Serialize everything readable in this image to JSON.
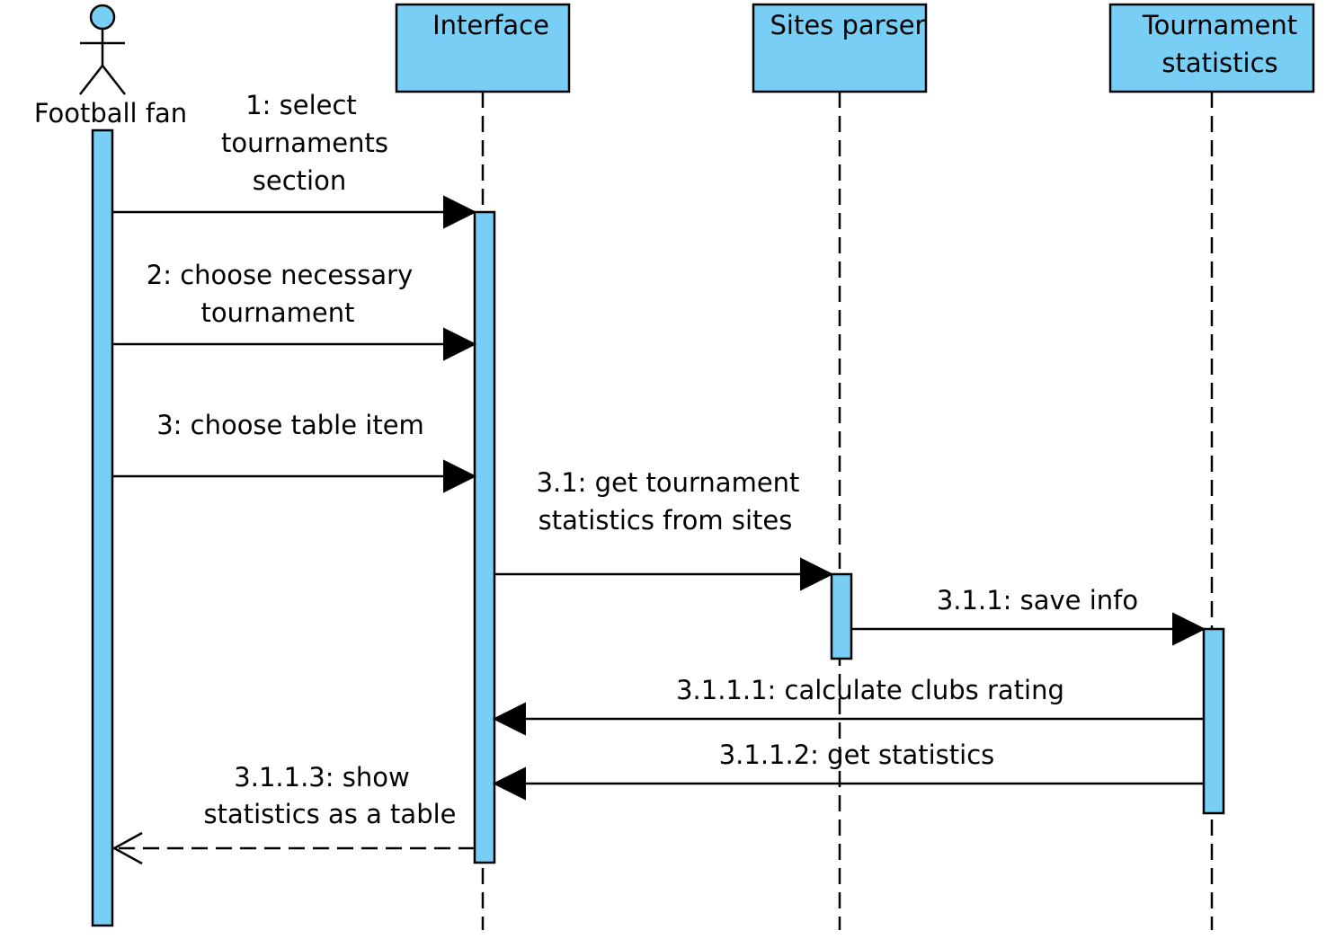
{
  "diagram": {
    "participants": {
      "actor": {
        "label": "Football fan",
        "kind": "actor"
      },
      "interface": {
        "label": "Interface"
      },
      "sites_parser": {
        "label": "Sites parser"
      },
      "tournament_statistics": {
        "label_lines": [
          "Tournament",
          "statistics"
        ]
      }
    },
    "messages": [
      {
        "id": "1",
        "from": "Football fan",
        "to": "Interface",
        "kind": "synchronous",
        "label_lines": [
          "1: select",
          "tournaments",
          "section"
        ]
      },
      {
        "id": "2",
        "from": "Football fan",
        "to": "Interface",
        "kind": "synchronous",
        "label_lines": [
          "2: choose necessary",
          "tournament"
        ]
      },
      {
        "id": "3",
        "from": "Football fan",
        "to": "Interface",
        "kind": "synchronous",
        "label_lines": [
          "3: choose table item"
        ]
      },
      {
        "id": "3.1",
        "from": "Interface",
        "to": "Sites parser",
        "kind": "synchronous",
        "label_lines": [
          "3.1: get tournament",
          "statistics from sites"
        ]
      },
      {
        "id": "3.1.1",
        "from": "Sites parser",
        "to": "Tournament statistics",
        "kind": "synchronous",
        "label_lines": [
          "3.1.1: save info"
        ]
      },
      {
        "id": "3.1.1.1",
        "from": "Tournament statistics",
        "to": "Interface",
        "kind": "synchronous",
        "label_lines": [
          "3.1.1.1: calculate clubs rating"
        ]
      },
      {
        "id": "3.1.1.2",
        "from": "Tournament statistics",
        "to": "Interface",
        "kind": "synchronous",
        "label_lines": [
          "3.1.1.2: get statistics"
        ]
      },
      {
        "id": "3.1.1.3",
        "from": "Interface",
        "to": "Football fan",
        "kind": "return",
        "label_lines": [
          "3.1.1.3: show",
          "statistics as a table"
        ]
      }
    ],
    "colors": {
      "box_fill": "#79CEF5",
      "stroke": "#000000",
      "background": "#FFFFFF"
    }
  }
}
